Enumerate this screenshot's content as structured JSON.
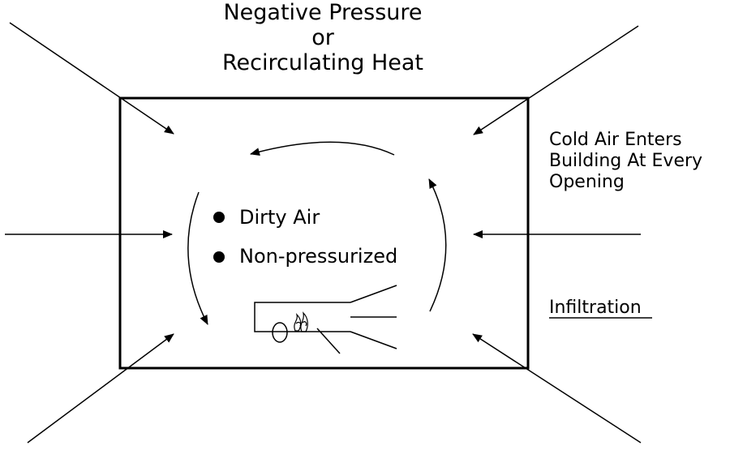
{
  "title": {
    "line1": "Negative Pressure",
    "line2": "or",
    "line3": "Recirculating Heat"
  },
  "bullets": [
    "Dirty Air",
    "Non-pressurized"
  ],
  "side_label": {
    "line1": "Cold Air Enters",
    "line2": "Building At Every",
    "line3": "Opening"
  },
  "infiltration_label": "Infiltration",
  "colors": {
    "ink": "#000000",
    "background": "#ffffff"
  }
}
